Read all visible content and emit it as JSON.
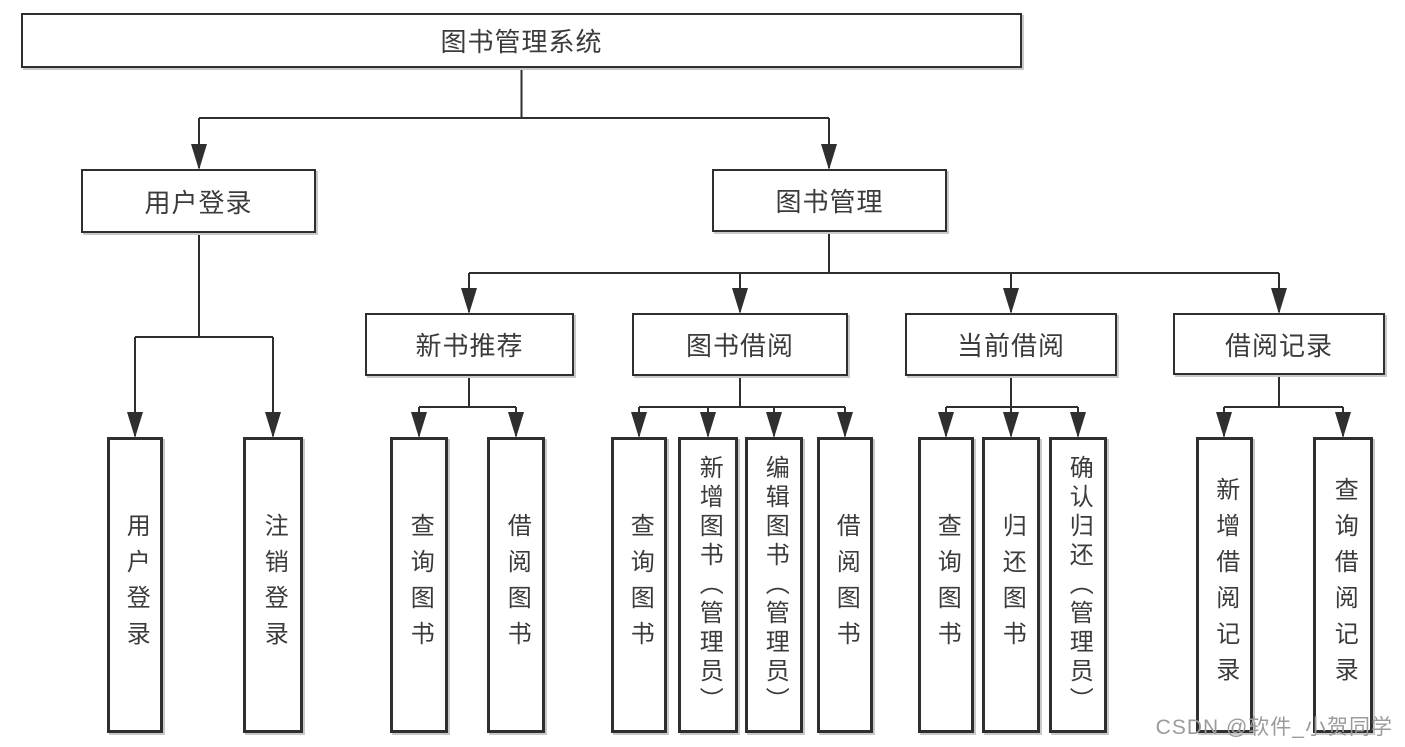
{
  "diagram": {
    "title": "图书管理系统",
    "branches": [
      {
        "label": "用户登录",
        "children": [
          {
            "label": "用户登录"
          },
          {
            "label": "注销登录"
          }
        ]
      },
      {
        "label": "图书管理",
        "children": [
          {
            "label": "新书推荐",
            "children": [
              {
                "label": "查询图书"
              },
              {
                "label": "借阅图书"
              }
            ]
          },
          {
            "label": "图书借阅",
            "children": [
              {
                "label": "查询图书"
              },
              {
                "label": "新增图书（管理员）"
              },
              {
                "label": "编辑图书（管理员）"
              },
              {
                "label": "借阅图书"
              }
            ]
          },
          {
            "label": "当前借阅",
            "children": [
              {
                "label": "查询图书"
              },
              {
                "label": "归还图书"
              },
              {
                "label": "确认归还（管理员）"
              }
            ]
          },
          {
            "label": "借阅记录",
            "children": [
              {
                "label": "新增借阅记录"
              },
              {
                "label": "查询借阅记录"
              }
            ]
          }
        ]
      }
    ]
  },
  "watermark": {
    "text": "CSDN @软件_小贺同学"
  },
  "colors": {
    "line": "#2f2f2f",
    "box_border": "#2f2f2f",
    "text": "#3b3b3b",
    "watermark": "#9b9b9b",
    "background": "#ffffff"
  }
}
